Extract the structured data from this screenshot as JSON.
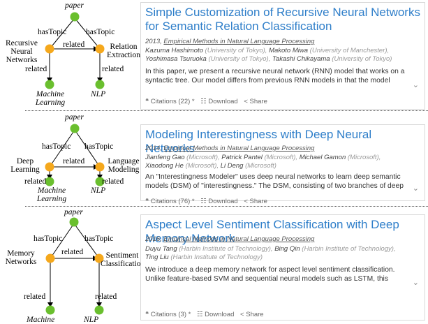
{
  "diagrams": [
    {
      "paper": "paper",
      "has_topic_left": "hasTopic",
      "has_topic_right": "hasTopic",
      "related_mid": "related",
      "left_concept": "Recursive\nNeural\nNetworks",
      "right_concept": "Relation\nExtraction",
      "related_left": "related",
      "related_right": "related",
      "bottom_left": "Machine\nLearning",
      "bottom_right": "NLP"
    },
    {
      "paper": "paper",
      "has_topic_left": "hasTopic",
      "has_topic_right": "hasTopic",
      "related_mid": "related",
      "left_concept": "Deep\nLearning",
      "right_concept": "Language\nModeling",
      "related_left": "related",
      "related_right": "related",
      "bottom_left": "Machine\nLearning",
      "bottom_right": "NLP"
    },
    {
      "paper": "paper",
      "has_topic_left": "hasTopic",
      "has_topic_right": "hasTopic",
      "related_mid": "related",
      "left_concept": "Memory\nNetworks",
      "right_concept": "Sentiment\nClassification",
      "related_left": "related",
      "related_right": "related",
      "bottom_left": "Machine",
      "bottom_right": "NLP"
    }
  ],
  "colors": {
    "paper_node": "#6abf2e",
    "concept_node": "#f5a81c",
    "title": "#2e7ec9"
  },
  "papers": [
    {
      "title": "Simple Customization of Recursive Neural Networks for Semantic Relation Classification",
      "year": "2013,",
      "venue": "Empirical Methods in Natural Language Processing",
      "authors": [
        {
          "name": "Kazuma Hashimoto",
          "aff": "(University of Tokyo),"
        },
        {
          "name": "Makoto Miwa",
          "aff": "(University of Manchester),"
        },
        {
          "name": "Yoshimasa Tsuruoka",
          "aff": "(University of Tokyo),"
        },
        {
          "name": "Takashi Chikayama",
          "aff": "(University of Tokyo)"
        }
      ],
      "abstract": "In this paper, we present a recursive neural network (RNN) model that works on a syntactic tree. Our model differs from previous RNN models in that the model allows for an explicit",
      "citations": "Citations (22) *",
      "download": "Download",
      "share": "Share"
    },
    {
      "title": "Modeling Interestingness with Deep Neural Networks",
      "year": "2014,",
      "venue": "Empirical Methods in Natural Language Processing",
      "authors": [
        {
          "name": "Jianfeng Gao",
          "aff": "(Microsoft),"
        },
        {
          "name": "Patrick Pantel",
          "aff": "(Microsoft),"
        },
        {
          "name": "Michael Gamon",
          "aff": "(Microsoft),"
        },
        {
          "name": "Xiaodong He",
          "aff": "(Microsoft),"
        },
        {
          "name": "Li Deng",
          "aff": "(Microsoft)"
        }
      ],
      "abstract": "An \"Interestingness Modeler\" uses deep neural networks to learn deep semantic models (DSM) of \"interestingness.\" The DSM, consisting of two branches of deep neural networks or",
      "citations": "Citations (76) *",
      "download": "Download",
      "share": "Share"
    },
    {
      "title": "Aspect Level Sentiment Classification with Deep Memory Network",
      "year": "2016,",
      "venue": "Empirical Methods in Natural Language Processing",
      "authors": [
        {
          "name": "Duyu Tang",
          "aff": "(Harbin Institute of Technology),"
        },
        {
          "name": "Bing Qin",
          "aff": "(Harbin Institute of Technology),"
        },
        {
          "name": "Ting Liu",
          "aff": "(Harbin Institute of Technology)"
        }
      ],
      "abstract": "We introduce a deep memory network for aspect level sentiment classification. Unlike feature-based SVM and sequential neural models such as LSTM, this approach explicitly",
      "citations": "Citations (3) *",
      "download": "Download",
      "share": "Share"
    }
  ]
}
